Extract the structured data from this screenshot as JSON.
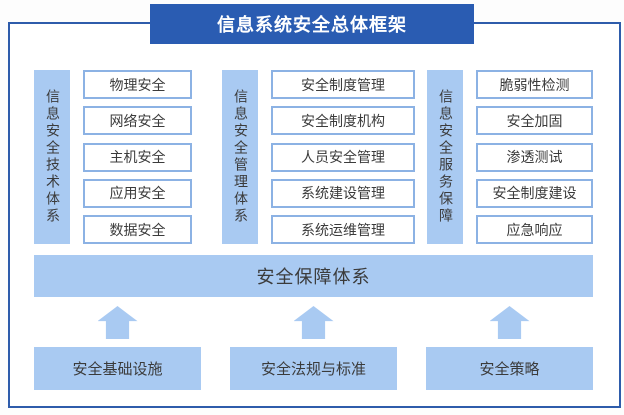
{
  "title": "信息系统安全总体框架",
  "columns": [
    {
      "label": "信息安全技术体系",
      "items": [
        "物理安全",
        "网络安全",
        "主机安全",
        "应用安全",
        "数据安全"
      ]
    },
    {
      "label": "信息安全管理体系",
      "items": [
        "安全制度管理",
        "安全制度机构",
        "人员安全管理",
        "系统建设管理",
        "系统运维管理"
      ]
    },
    {
      "label": "信息安全服务保障",
      "items": [
        "脆弱性检测",
        "安全加固",
        "渗透测试",
        "安全制度建设",
        "应急响应"
      ]
    }
  ],
  "assurance": {
    "label": "安全保障体系"
  },
  "foundation": {
    "items": [
      "安全基础设施",
      "安全法规与标准",
      "安全策略"
    ]
  },
  "colors": {
    "primary_blue": "#2a5cb2",
    "frame_border": "#2e5cab",
    "light_blue": "#a9caf2",
    "box_border": "#8cb2e4",
    "text": "#3b3b3b"
  }
}
